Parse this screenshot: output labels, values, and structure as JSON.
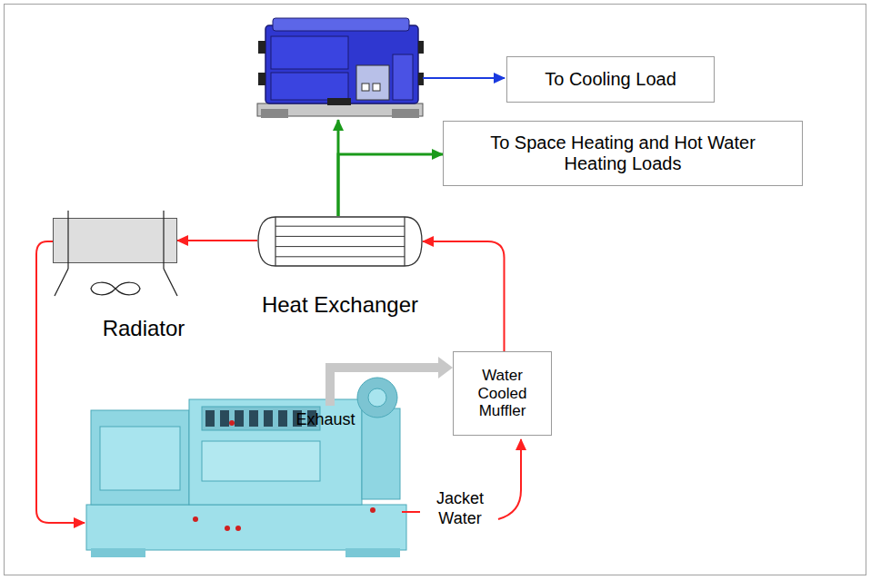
{
  "diagram": {
    "nodes": [
      {
        "text": [
          "To Cooling Load"
        ]
      },
      {
        "text": [
          "To Space Heating and Hot Water Heating Loads"
        ]
      },
      {
        "text": [
          "Heat Exchanger"
        ]
      },
      {
        "text": [
          "Radiator"
        ]
      },
      {
        "text": [
          "Water Cooled Muffler"
        ]
      }
    ],
    "edges": [
      {
        "from": 2,
        "to": 1,
        "arrow": "to"
      },
      {
        "from": 4,
        "to": 2,
        "arrow": "to"
      },
      {
        "from": 2,
        "to": 3,
        "arrow": "to"
      }
    ],
    "labels": [
      "Exhaust",
      "Jacket Water"
    ]
  }
}
